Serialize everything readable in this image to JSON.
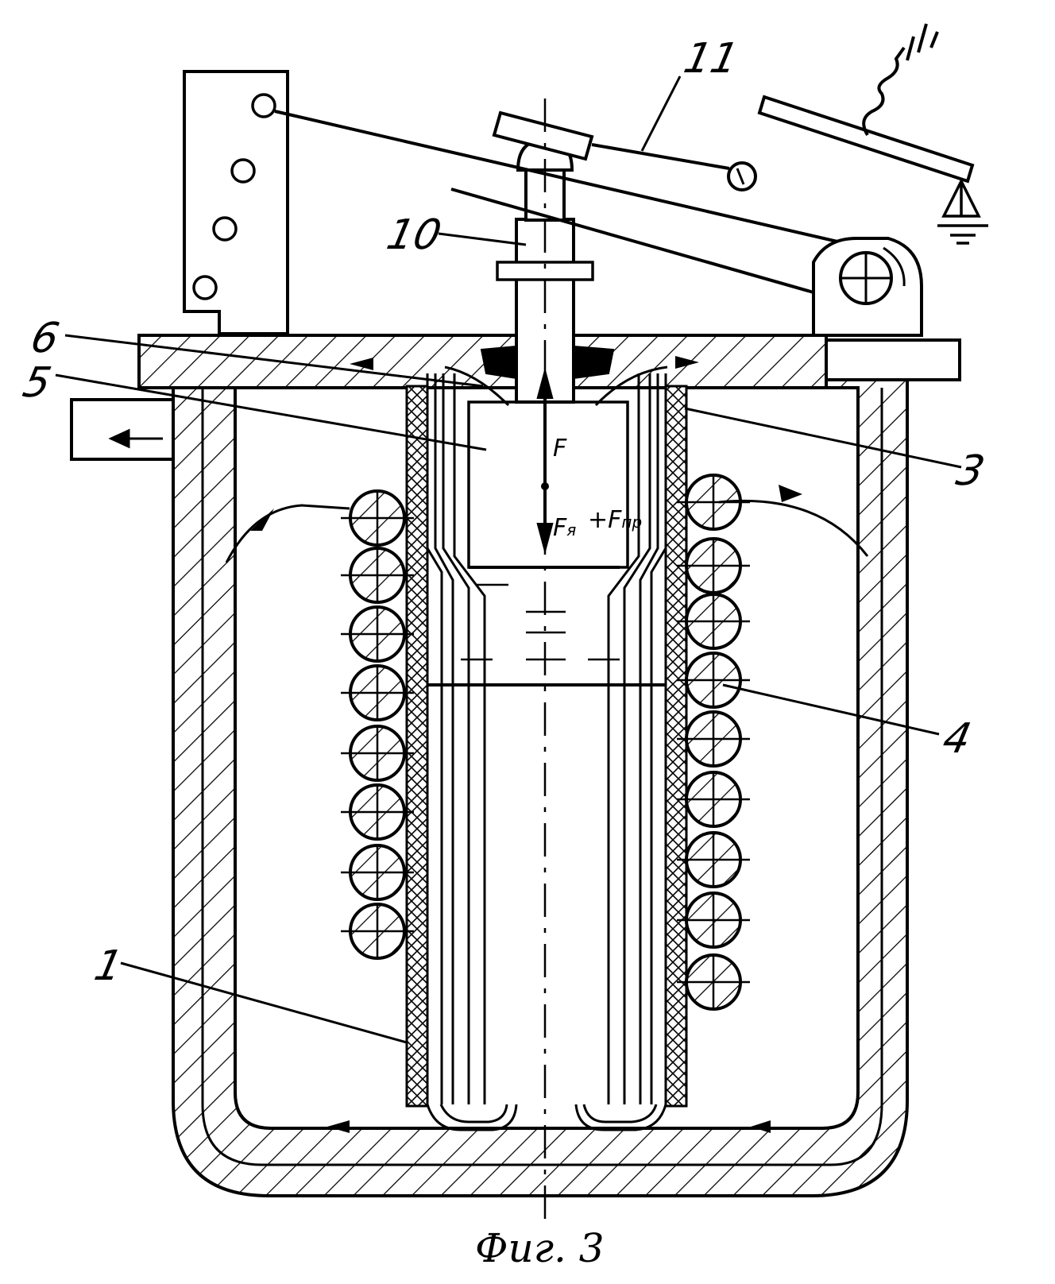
{
  "figure": {
    "caption": "Фиг. 3",
    "part_labels": {
      "p1": "1",
      "p3": "3",
      "p4": "4",
      "p5": "5",
      "p6": "6",
      "p10": "10",
      "p11": "11"
    },
    "force_labels": {
      "f": "F",
      "f_core_base": "F",
      "f_core_sub": "я",
      "f_spring_prefix": "+F",
      "f_spring_sub": "пр"
    }
  }
}
